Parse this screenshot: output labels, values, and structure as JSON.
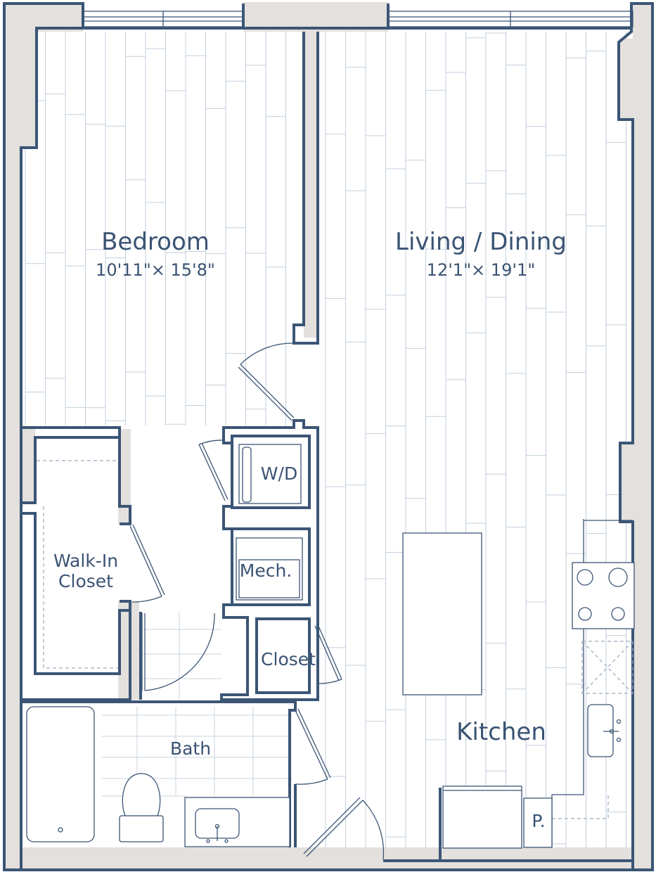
{
  "plan": {
    "rooms": {
      "bedroom": {
        "name": "Bedroom",
        "dims": "10'11\"× 15'8\""
      },
      "living": {
        "name": "Living / Dining",
        "dims": "12'1\"× 19'1\""
      },
      "walkin": {
        "line1": "Walk-In",
        "line2": "Closet"
      },
      "bath": {
        "name": "Bath"
      },
      "closet": {
        "name": "Closet"
      },
      "kitchen": {
        "name": "Kitchen"
      }
    },
    "fixtures": {
      "washer_dryer": "W/D",
      "mechanical": "Mech.",
      "pantry": "P."
    }
  },
  "colors": {
    "wall_line": "#3b5575",
    "wall_fill": "#e3e0dd",
    "text": "#3a5373",
    "floor_plank": "#c3cfdc"
  }
}
